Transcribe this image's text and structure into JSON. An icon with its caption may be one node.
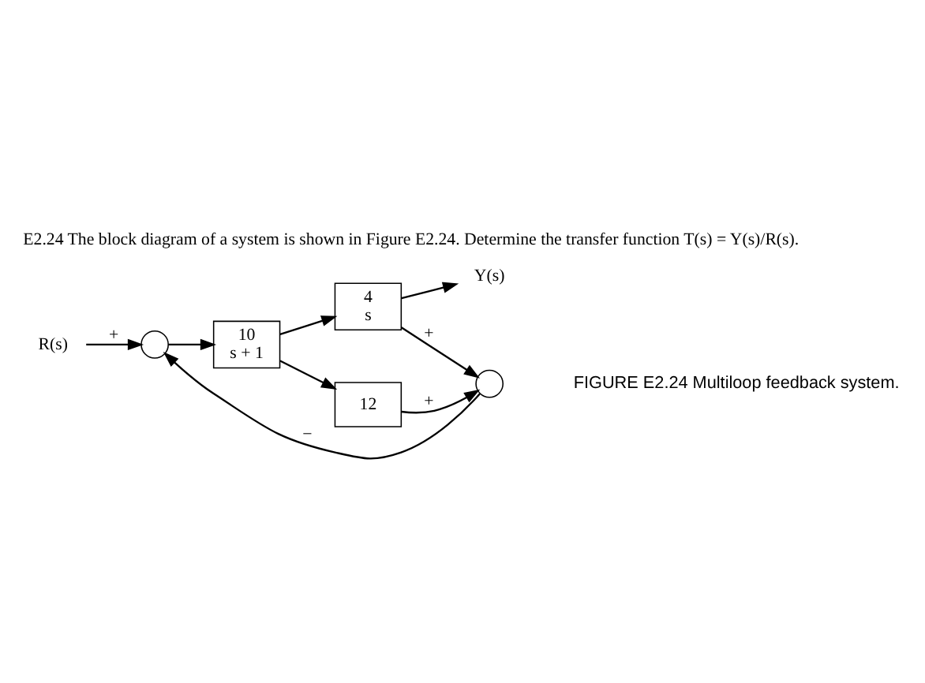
{
  "diagram": {
    "title": "E2.24 The block diagram of a system is shown in Figure E2.24. Determine the transfer function T(s) = Y(s)/R(s).",
    "caption": "FIGURE E2.24 Multiloop feedback system.",
    "nodes": [
      {
        "text": [
          "R(s)"
        ]
      },
      {
        "text": [],
        "shape": "circle"
      },
      {
        "text": [
          "10",
          "s + 1"
        ]
      },
      {
        "text": [
          "4",
          "s"
        ]
      },
      {
        "text": [
          "Y(s)"
        ]
      },
      {
        "text": [
          "12"
        ]
      },
      {
        "text": [],
        "shape": "circle"
      }
    ],
    "edges": [
      {
        "from": 0,
        "to": 1,
        "arrow": "to",
        "label": "+"
      },
      {
        "from": 1,
        "to": 2,
        "arrow": "to"
      },
      {
        "from": 2,
        "to": 3,
        "arrow": "to"
      },
      {
        "from": 3,
        "to": 4,
        "arrow": "to"
      },
      {
        "from": 2,
        "to": 5,
        "arrow": "to"
      },
      {
        "from": 5,
        "to": 6,
        "arrow": "to",
        "label": "+"
      },
      {
        "from": 3,
        "to": 6,
        "arrow": "to",
        "label": "+"
      },
      {
        "from": 6,
        "to": 1,
        "arrow": "to",
        "label": "−"
      }
    ]
  }
}
